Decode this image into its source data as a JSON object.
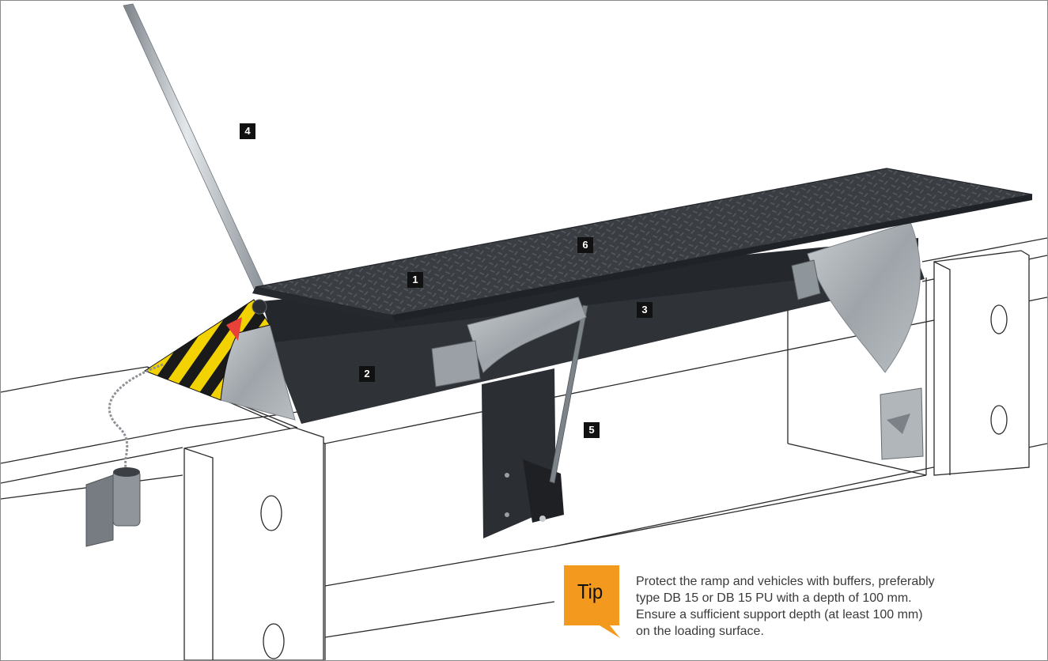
{
  "callouts": [
    {
      "id": "1",
      "label": "1"
    },
    {
      "id": "2",
      "label": "2"
    },
    {
      "id": "3",
      "label": "3"
    },
    {
      "id": "4",
      "label": "4"
    },
    {
      "id": "5",
      "label": "5"
    },
    {
      "id": "6",
      "label": "6"
    }
  ],
  "tip": {
    "badge_label": "Tip",
    "badge_color": "#f39a1e",
    "lines": [
      "Protect the ramp and vehicles with buffers, preferably",
      "type DB 15 or DB 15 PU with a depth of 100 mm.",
      "Ensure a sufficient support depth (at least 100 mm)",
      "on the loading surface."
    ]
  },
  "colors": {
    "plate": "#3a3d42",
    "plate_dark": "#2b2e33",
    "steel": "#9fa4a8",
    "hazard_yellow": "#f2d200",
    "callout_bg": "#111111"
  }
}
